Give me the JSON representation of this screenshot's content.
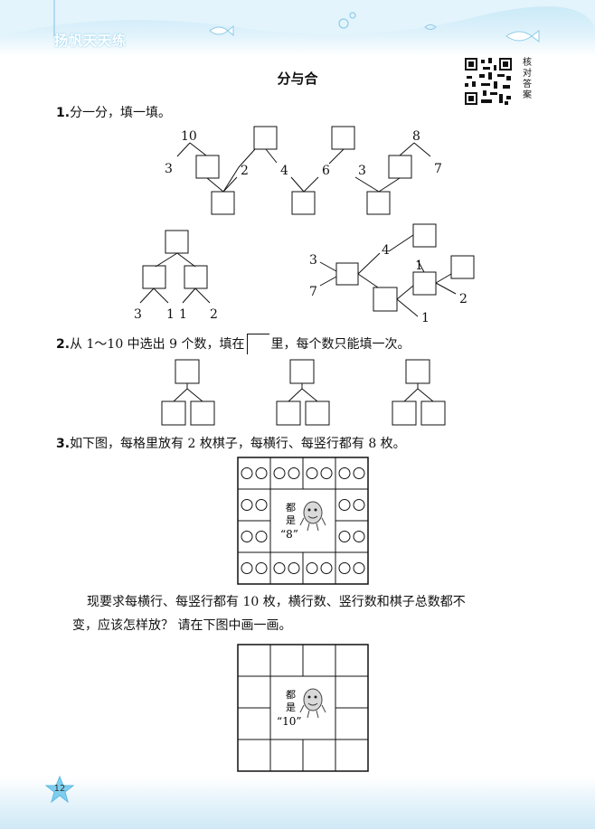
{
  "header": {
    "brand": "扬帆天天练"
  },
  "title": "分与合",
  "qr": {
    "label_chars": [
      "核",
      "对",
      "答",
      "案"
    ]
  },
  "q1": {
    "number": "1.",
    "text": "分一分，填一填。",
    "chain_numbers": [
      "10",
      "3",
      "2",
      "4",
      "6",
      "3",
      "8",
      "7"
    ],
    "tree_left_numbers": [
      "3",
      "1",
      "1",
      "2"
    ],
    "tree_right_numbers": [
      "3",
      "7",
      "4",
      "1",
      "1",
      "2"
    ]
  },
  "q2": {
    "number": "2.",
    "text_before": "从 1～10 中选出 9 个数，填在",
    "text_after": "里，每个数只能填一次。"
  },
  "q3": {
    "number": "3.",
    "text": "如下图，每格里放有 2 枚棋子，每横行、每竖行都有 8 枚。",
    "center_label_1": "都",
    "center_label_2": "是",
    "grid1_value": "“8”",
    "paragraph_line1": "现要求每横行、每竖行都有 10 枚，横行数、竖行数和棋子总数都不",
    "paragraph_line2": "变，应该怎样放？ 请在下图中画一画。",
    "grid2_value": "“10”"
  },
  "footer": {
    "page_number": "12"
  },
  "colors": {
    "accent": "#5bbbe6",
    "header_light": "#c6e8f6"
  }
}
